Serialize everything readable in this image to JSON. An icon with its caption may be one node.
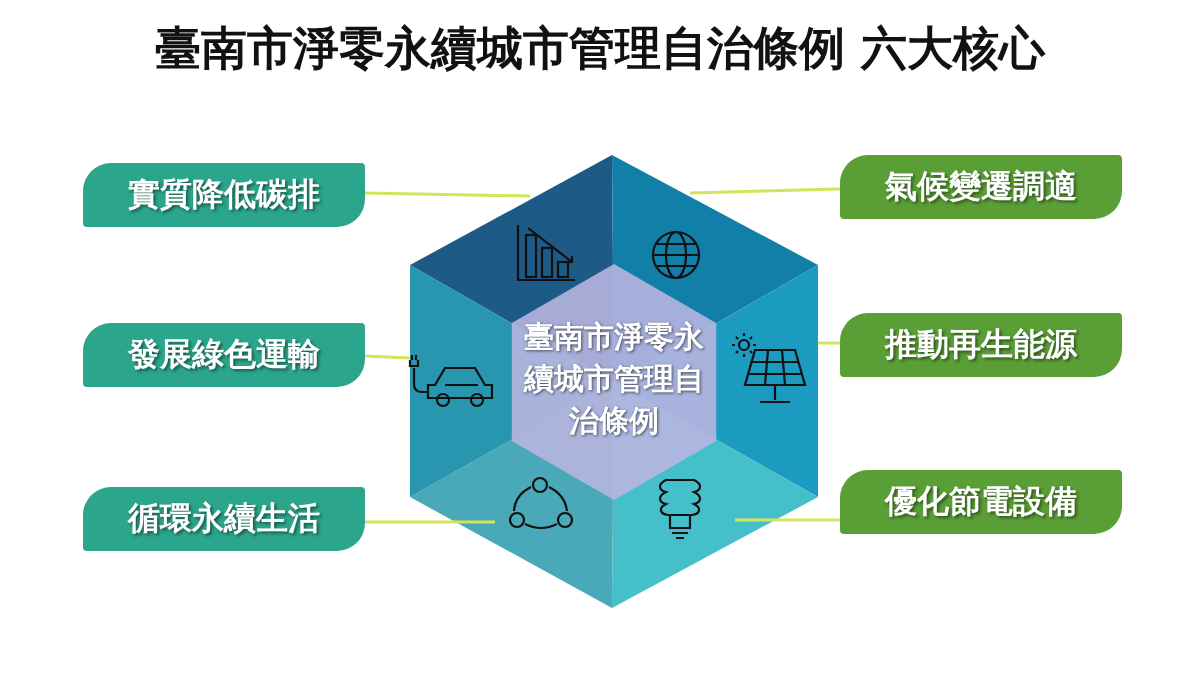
{
  "diagram": {
    "title": "臺南市淨零永續城市管理自治條例 六大核心",
    "nodes": [
      {
        "text": [
          "臺南市淨零永續城市管理自治條例"
        ]
      },
      {
        "text": [],
        "shape": "diamond"
      },
      {
        "text": [],
        "shape": "diamond"
      },
      {
        "text": [],
        "shape": "diamond"
      },
      {
        "text": [],
        "shape": "diamond"
      },
      {
        "text": [],
        "shape": "diamond"
      },
      {
        "text": [],
        "shape": "diamond"
      },
      {
        "text": [
          "實質降低碳排"
        ]
      },
      {
        "text": [
          "氣候變遷調適"
        ]
      },
      {
        "text": [
          "發展綠色運輸"
        ]
      },
      {
        "text": [
          "推動再生能源"
        ]
      },
      {
        "text": [
          "循環永續生活"
        ]
      },
      {
        "text": [
          "優化節電設備"
        ]
      }
    ],
    "edges": [
      {
        "from": 7,
        "to": 1,
        "arrow": "none"
      },
      {
        "from": 8,
        "to": 2,
        "arrow": "none"
      },
      {
        "from": 9,
        "to": 6,
        "arrow": "none"
      },
      {
        "from": 10,
        "to": 3,
        "arrow": "none"
      },
      {
        "from": 11,
        "to": 5,
        "arrow": "none"
      },
      {
        "from": 12,
        "to": 4,
        "arrow": "none"
      }
    ]
  }
}
